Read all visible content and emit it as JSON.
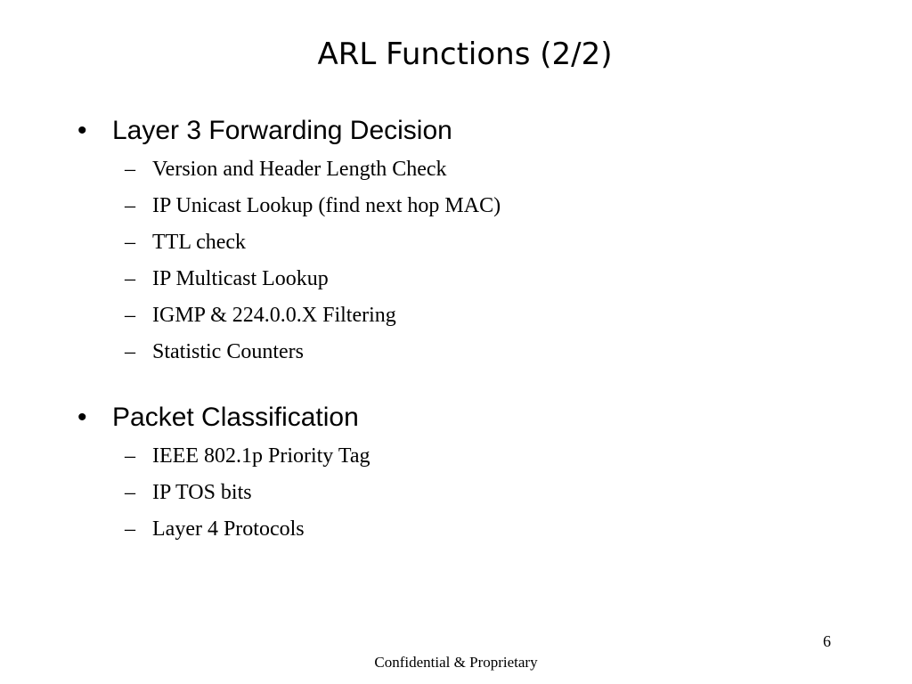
{
  "slide": {
    "title": "ARL Functions (2/2)",
    "bullet_mark": "•",
    "dash_mark": "–",
    "sections": [
      {
        "heading": "Layer 3 Forwarding Decision",
        "items": [
          "Version and Header Length Check",
          "IP Unicast Lookup (find next hop MAC)",
          "TTL check",
          "IP Multicast Lookup",
          "IGMP & 224.0.0.X Filtering",
          "Statistic Counters"
        ]
      },
      {
        "heading": "Packet Classification",
        "items": [
          "IEEE 802.1p Priority Tag",
          "IP TOS bits",
          "Layer 4 Protocols"
        ]
      }
    ],
    "page_number": "6",
    "footer": "Confidential & Proprietary"
  }
}
